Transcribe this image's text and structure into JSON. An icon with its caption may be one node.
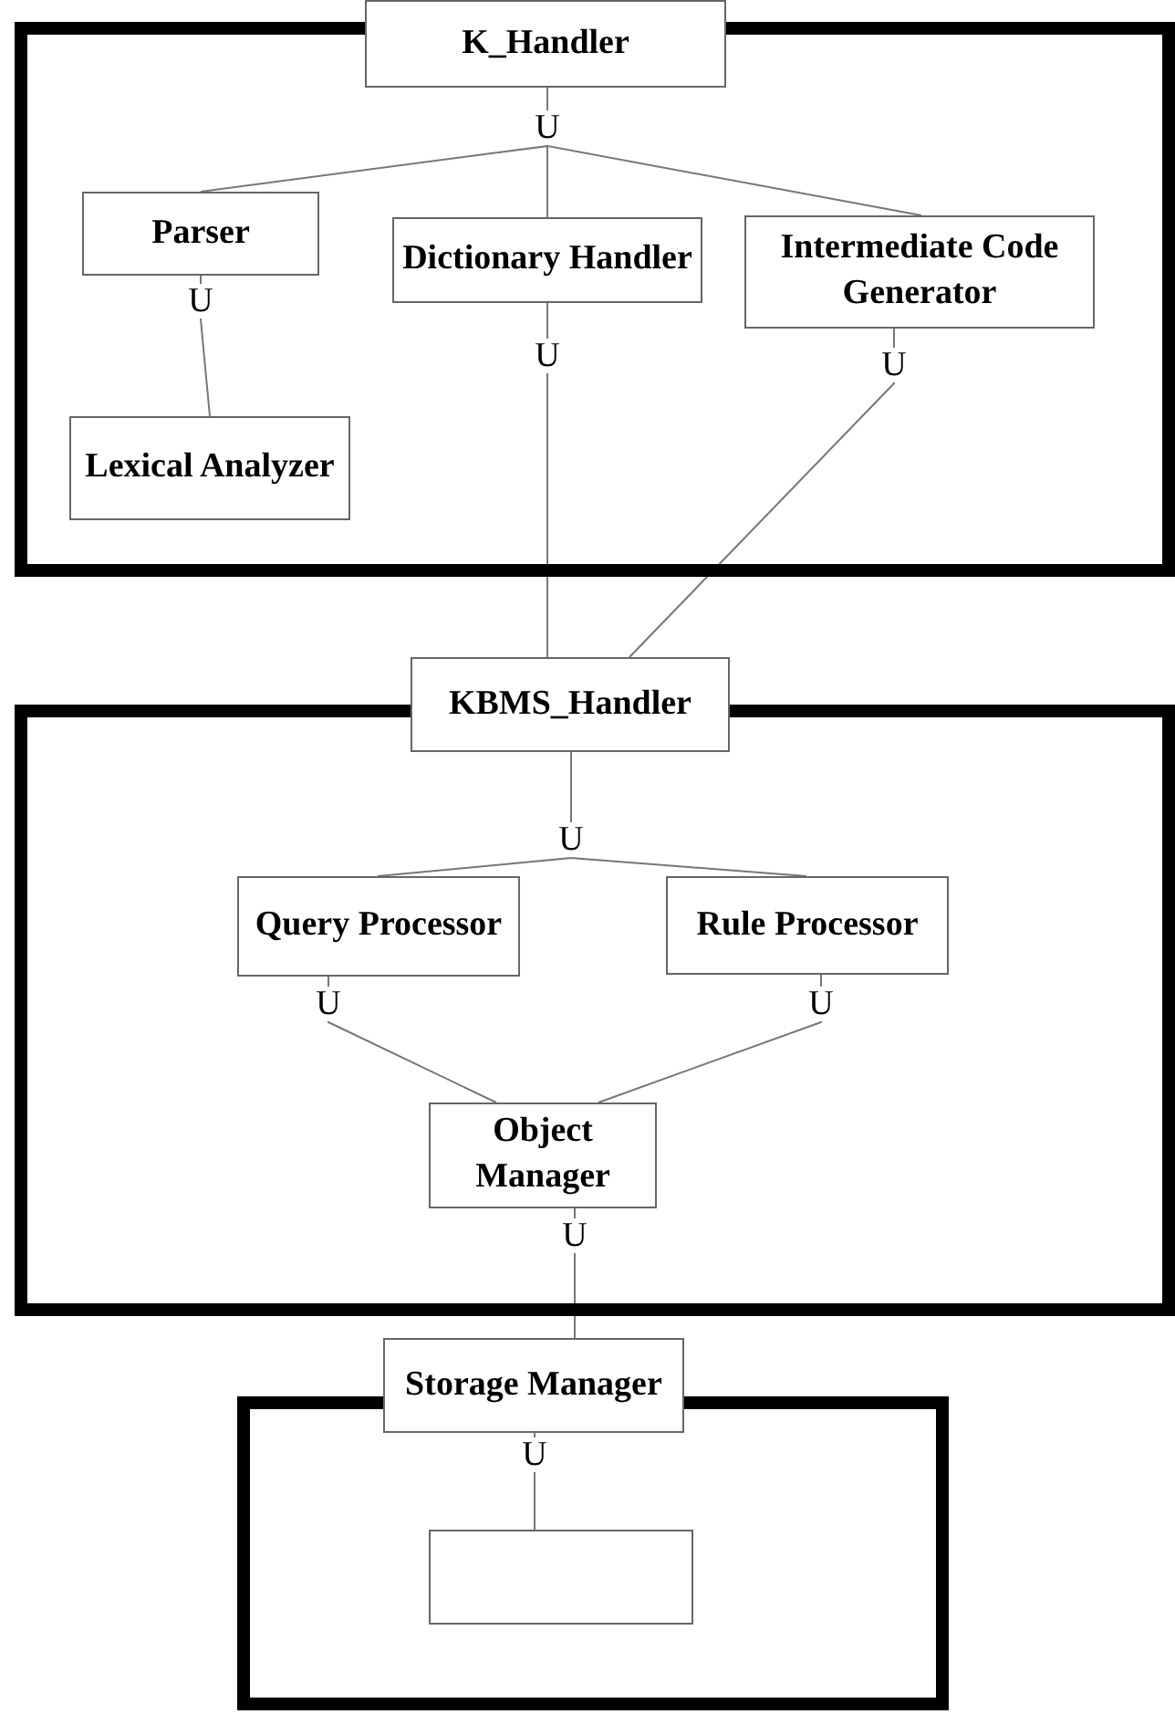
{
  "diagram": {
    "nodes": [
      {
        "text": [],
        "shape": "box"
      },
      {
        "text": [
          "K_Handler"
        ]
      },
      {
        "text": [
          "Parser"
        ],
        "in": 0
      },
      {
        "text": [
          "Dictionary Handler"
        ],
        "in": 0
      },
      {
        "text": [
          "Intermediate Code Generator"
        ],
        "in": 0
      },
      {
        "text": [
          "Lexical Analyzer"
        ],
        "in": 0
      },
      {
        "text": [],
        "shape": "box"
      },
      {
        "text": [
          "KBMS_Handler"
        ]
      },
      {
        "text": [
          "Query Processor"
        ],
        "in": 6
      },
      {
        "text": [
          "Rule Processor"
        ],
        "in": 6
      },
      {
        "text": [
          "Object Manager"
        ],
        "in": 6
      },
      {
        "text": [],
        "shape": "box"
      },
      {
        "text": [
          "Storage Manager"
        ]
      },
      {
        "text": [],
        "shape": "box",
        "in": 11
      }
    ],
    "edges": [
      {
        "from": 1,
        "to": 2,
        "arrow": "none"
      },
      {
        "from": 1,
        "to": 3,
        "arrow": "none"
      },
      {
        "from": 1,
        "to": 4,
        "arrow": "none"
      },
      {
        "from": 2,
        "to": 5,
        "arrow": "none"
      },
      {
        "from": 3,
        "to": 7,
        "arrow": "none"
      },
      {
        "from": 4,
        "to": 7,
        "arrow": "none"
      },
      {
        "from": 7,
        "to": 8,
        "arrow": "none"
      },
      {
        "from": 7,
        "to": 9,
        "arrow": "none"
      },
      {
        "from": 8,
        "to": 10,
        "arrow": "none"
      },
      {
        "from": 9,
        "to": 10,
        "arrow": "none"
      },
      {
        "from": 10,
        "to": 12,
        "arrow": "none"
      },
      {
        "from": 12,
        "to": 13,
        "arrow": "none"
      }
    ],
    "labels": [
      "U",
      "U",
      "U",
      "U",
      "U",
      "U",
      "U",
      "U",
      "U"
    ]
  }
}
